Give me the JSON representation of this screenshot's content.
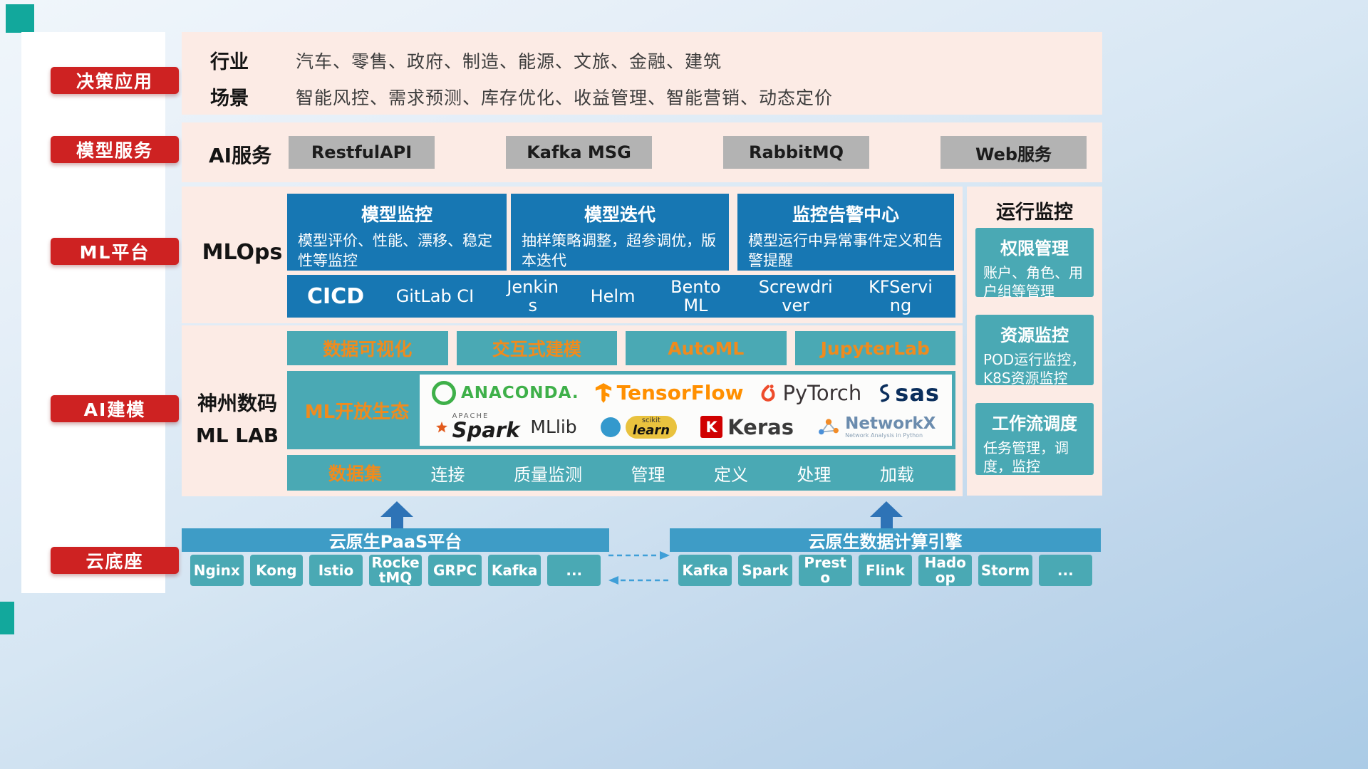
{
  "colors": {
    "accent_red": "#ce2222",
    "panel_pink": "#fcebe5",
    "box_blue": "#1777b3",
    "teal": "#4aa9b4",
    "orange": "#ef8b1e",
    "banner_blue": "#3e9cc6",
    "arrow_blue": "#2e73b6",
    "deco_teal": "#12a89c"
  },
  "sidebar": {
    "items": [
      "决策应用",
      "模型服务",
      "ML平台",
      "AI建模",
      "云底座"
    ]
  },
  "industry": {
    "row1_label": "行业",
    "row1_text": "汽车、零售、政府、制造、能源、文旅、金融、建筑",
    "row2_label": "场景",
    "row2_text": "智能风控、需求预测、库存优化、收益管理、智能营销、动态定价"
  },
  "ai_service": {
    "label": "AI服务",
    "buttons": [
      "RestfulAPI",
      "Kafka MSG",
      "RabbitMQ",
      "Web服务"
    ]
  },
  "mlops": {
    "label": "MLOps",
    "boxes": [
      {
        "title": "模型监控",
        "desc": "模型评价、性能、漂移、稳定性等监控"
      },
      {
        "title": "模型迭代",
        "desc": "抽样策略调整，超参调优，版本迭代"
      },
      {
        "title": "监控告警中心",
        "desc": "模型运行中异常事件定义和告警提醒"
      }
    ],
    "cicd_label": "CICD",
    "cicd_items": [
      "GitLab CI",
      "Jenkins",
      "Helm",
      "BentoML",
      "Screwdriver",
      "KFServing"
    ]
  },
  "monitor": {
    "title": "运行监控",
    "boxes": [
      {
        "title": "权限管理",
        "desc": "账户、角色、用户组等管理"
      },
      {
        "title": "资源监控",
        "desc": "POD运行监控，K8S资源监控"
      },
      {
        "title": "工作流调度",
        "desc": "任务管理，调度，监控"
      }
    ]
  },
  "mllab": {
    "label_line1": "神州数码",
    "label_line2": "ML LAB",
    "tabs": [
      "数据可视化",
      "交互式建模",
      "AutoML",
      "JupyterLab"
    ],
    "eco_label": "ML开放生态",
    "logos": {
      "anaconda": "ANACONDA.",
      "tensorflow": "TensorFlow",
      "pytorch": "PyTorch",
      "sas": "sas",
      "apache": "APACHE",
      "spark": "Spark",
      "mllib": "MLlib",
      "scikit_small": "scikit",
      "scikit_learn": "learn",
      "keras_k": "K",
      "keras": "Keras",
      "networkx": "NetworkX",
      "networkx_sub": "Network Analysis in Python"
    },
    "data_items": [
      "数据集",
      "连接",
      "质量监测",
      "管理",
      "定义",
      "处理",
      "加载"
    ]
  },
  "cloud": {
    "left_banner": "云原生PaaS平台",
    "left_items": [
      "Nginx",
      "Kong",
      "Istio",
      "RocketMQ",
      "GRPC",
      "Kafka",
      "..."
    ],
    "right_banner": "云原生数据计算引擎",
    "right_items": [
      "Kafka",
      "Spark",
      "Presto",
      "Flink",
      "Hadoop",
      "Storm",
      "..."
    ]
  }
}
